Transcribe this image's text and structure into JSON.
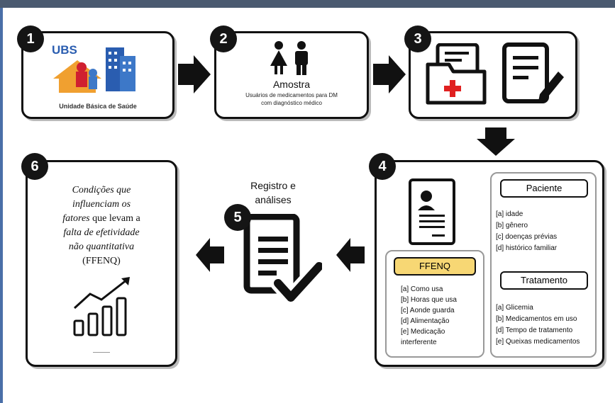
{
  "step1": {
    "number": "1",
    "logo_text": "UBS",
    "caption": "Unidade Básica de Saúde"
  },
  "step2": {
    "number": "2",
    "title": "Amostra",
    "subtitle_line1": "Usuários de medicamentos para DM",
    "subtitle_line2": "com diagnóstico médico"
  },
  "step3": {
    "number": "3"
  },
  "step4": {
    "number": "4",
    "paciente": {
      "title": "Paciente",
      "items": [
        "[a] idade",
        "[b] gênero",
        "[c] doenças prévias",
        "[d] histórico familiar"
      ]
    },
    "tratamento": {
      "title": "Tratamento",
      "items": [
        "[a] Glicemia",
        "[b] Medicamentos em uso",
        "[d] Tempo de tratamento",
        "[e] Queixas medicamentos"
      ]
    },
    "ffenq": {
      "title": "FFENQ",
      "items": [
        "[a] Como usa",
        "[b] Horas que usa",
        "[c] Aonde guarda",
        "[d] Alimentação",
        "[e] Medicação",
        "interferente"
      ]
    },
    "ffenq_color": "#f7d774"
  },
  "step5": {
    "number": "5",
    "label_line1": "Registro e",
    "label_line2": "análises"
  },
  "step6": {
    "number": "6",
    "text_line1": "Condições que",
    "text_line2": "influenciam os",
    "text_line3_a": "fatores",
    "text_line3_b": " que levam a",
    "text_line4": "falta de efetividade",
    "text_line5": "não quantitativa",
    "text_line6": "(FFENQ)"
  },
  "colors": {
    "cross": "#e02020",
    "ubs_blue": "#2a5db0",
    "ubs_orange": "#f0a030"
  }
}
